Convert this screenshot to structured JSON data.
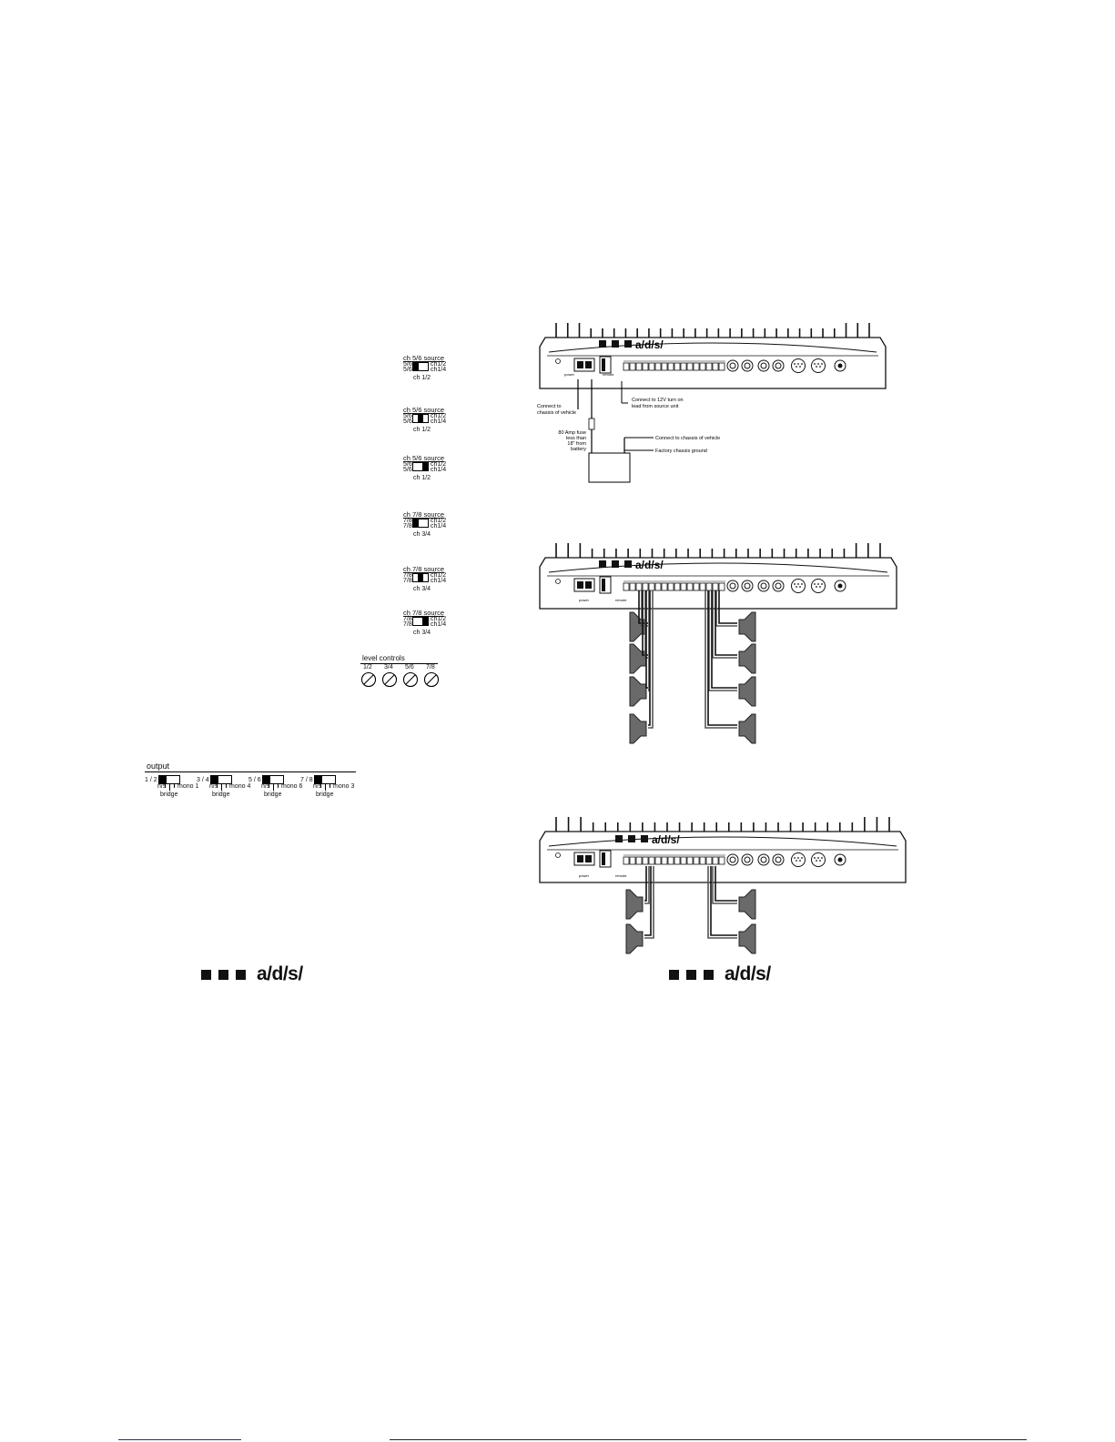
{
  "source_switches": [
    {
      "title": "ch 5/6 source",
      "left": "5/6",
      "left2": "5/6",
      "right": "ch1/2",
      "right2": "ch1/4",
      "bottom": "ch 1/2",
      "pos": "left"
    },
    {
      "title": "ch 5/6 source",
      "left": "5/6",
      "left2": "5/6",
      "right": "ch1/2",
      "right2": "ch1/4",
      "bottom": "ch 1/2",
      "pos": "middle"
    },
    {
      "title": "ch 5/6 source",
      "left": "5/6",
      "left2": "5/6",
      "right": "ch1/2",
      "right2": "ch1/4",
      "bottom": "ch 1/2",
      "pos": "right"
    },
    {
      "title": "ch 7/8 source",
      "left": "7/8",
      "left2": "7/8",
      "right": "ch1/2",
      "right2": "ch1/4",
      "bottom": "ch 3/4",
      "pos": "left"
    },
    {
      "title": "ch 7/8 source",
      "left": "7/8",
      "left2": "7/8",
      "right": "ch1/2",
      "right2": "ch1/4",
      "bottom": "ch 3/4",
      "pos": "middle"
    },
    {
      "title": "ch 7/8 source",
      "left": "7/8",
      "left2": "7/8",
      "right": "ch1/2",
      "right2": "ch1/4",
      "bottom": "ch 3/4",
      "pos": "right"
    }
  ],
  "level_controls": {
    "title": "level controls",
    "labels": [
      "1/2",
      "3/4",
      "5/6",
      "7/8"
    ]
  },
  "output": {
    "title": "output",
    "groups": [
      {
        "channel": "1 / 2",
        "left": "n/s",
        "mono": "mono 1",
        "bridge": "bridge"
      },
      {
        "channel": "3 / 4",
        "left": "n/s",
        "mono": "mono 4",
        "bridge": "bridge"
      },
      {
        "channel": "5 / 6",
        "left": "n/s",
        "mono": "mono 6",
        "bridge": "bridge"
      },
      {
        "channel": "7 / 8",
        "left": "n/s",
        "mono": "mono 3",
        "bridge": "bridge"
      }
    ]
  },
  "power_diagram": {
    "brand": "a/d/s/",
    "chassis_label_1": "Connect to",
    "chassis_label_2": "chassis of vehicle",
    "turnon_label_1": "Connect to 12V turn on",
    "turnon_label_2": "lead from source unit",
    "fuse_label_1": "80 Amp fuse",
    "fuse_label_2": "less than",
    "fuse_label_3": "18\" from",
    "fuse_label_4": "battery",
    "ground_label_1": "Connect to chassis of vehicle",
    "ground_label_2": "Factory chassis ground",
    "power_label": "power",
    "remote_label": "remote"
  },
  "speaker_diagram_8": {
    "brand": "a/d/s/",
    "power_label": "power",
    "remote_label": "remote"
  },
  "speaker_diagram_4": {
    "brand": "a/d/s/",
    "power_label": "power",
    "remote_label": "remote"
  },
  "footer": {
    "left_brand": "a/d/s/",
    "right_brand": "a/d/s/"
  }
}
